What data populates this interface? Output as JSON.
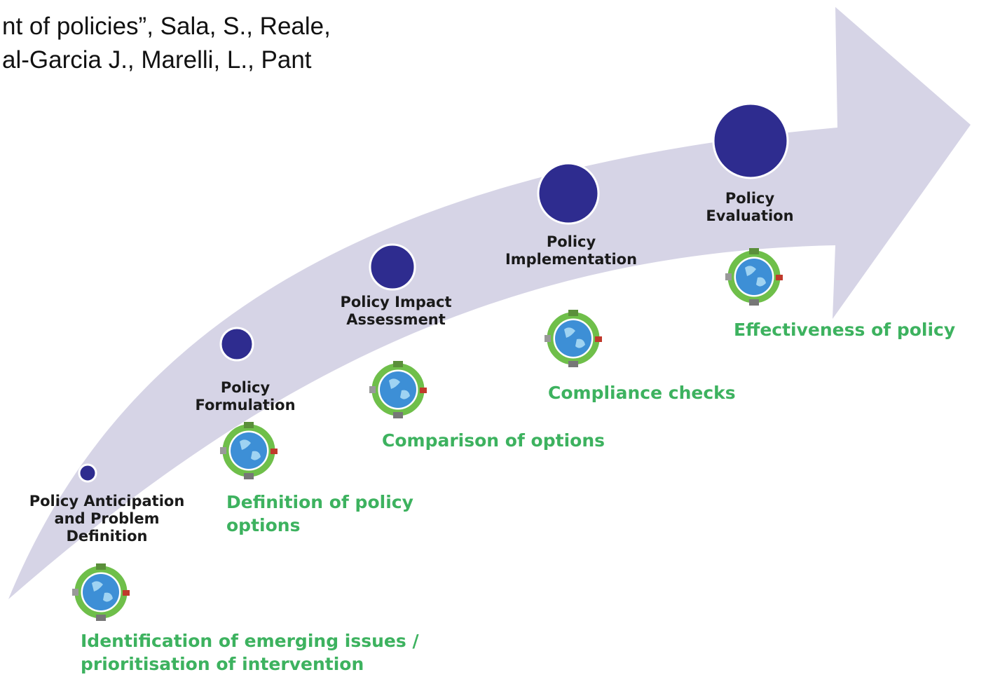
{
  "citation": {
    "lines": [
      "nt of policies”, Sala, S., Reale,",
      "al-Garcia J., Marelli, L., Pant"
    ]
  },
  "colors": {
    "arrow": "#d6d4e6",
    "stage_dot": "#2e2c8f",
    "activity_text": "#3db25f",
    "label_text": "#1a1a1a"
  },
  "icon": "globe-cycle-icon",
  "stages": [
    {
      "label_lines": [
        "Policy Anticipation",
        "and Problem",
        "Definition"
      ],
      "activity_lines": [
        "Identification of emerging issues /",
        "prioritisation of intervention"
      ]
    },
    {
      "label_lines": [
        "Policy",
        "Formulation"
      ],
      "activity_lines": [
        "Definition of policy",
        "options"
      ]
    },
    {
      "label_lines": [
        "Policy Impact",
        "Assessment"
      ],
      "activity_lines": [
        "Comparison of options"
      ]
    },
    {
      "label_lines": [
        "Policy",
        "Implementation"
      ],
      "activity_lines": [
        "Compliance checks"
      ]
    },
    {
      "label_lines": [
        "Policy",
        "Evaluation"
      ],
      "activity_lines": [
        "Effectiveness of policy"
      ]
    }
  ]
}
